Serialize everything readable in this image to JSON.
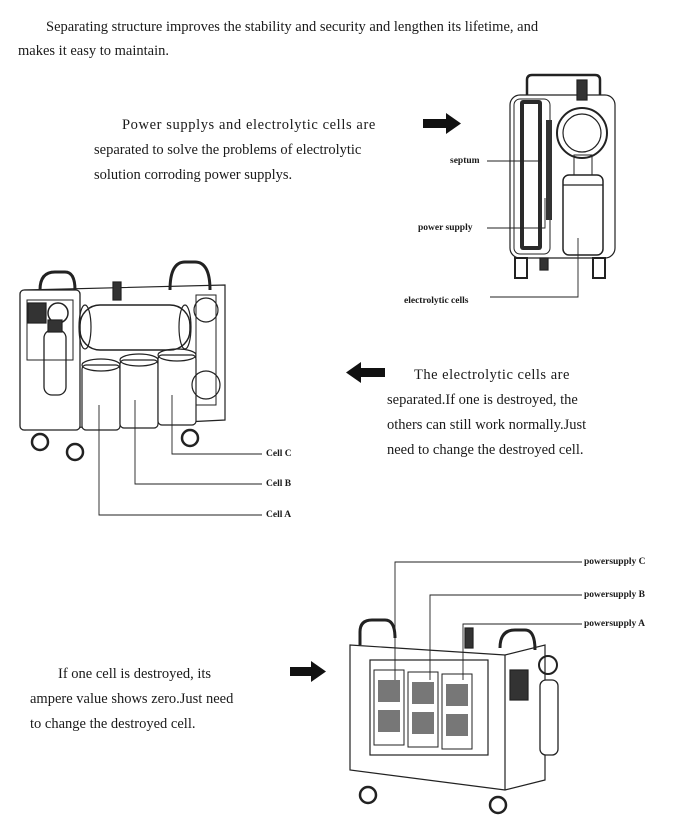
{
  "intro": {
    "line1": "Separating structure improves the stability and security and lengthen its lifetime, and",
    "line2": "makes it easy to maintain."
  },
  "section1": {
    "lines": [
      "Power supplys and electrolytic cells are",
      "separated to solve the problems of electrolytic",
      "solution corroding power supplys."
    ],
    "labels": {
      "septum": "septum",
      "power_supply": "power supply",
      "electrolytic_cells": "electrolytic cells"
    }
  },
  "section2": {
    "lines": [
      "The electrolytic cells are",
      "separated.If one is destroyed, the",
      "others can still work normally.Just",
      "need to change the destroyed cell."
    ],
    "labels": {
      "cell_c": "Cell C",
      "cell_b": "Cell B",
      "cell_a": "Cell A"
    }
  },
  "section3": {
    "lines": [
      "If one cell is destroyed, its",
      "ampere value shows zero.Just need",
      "to change the destroyed cell."
    ],
    "labels": {
      "powersupply_c": "powersupply C",
      "powersupply_b": "powersupply B",
      "powersupply_a": "powersupply A"
    }
  },
  "colors": {
    "ink": "#1a1a1a",
    "line": "#222222"
  }
}
